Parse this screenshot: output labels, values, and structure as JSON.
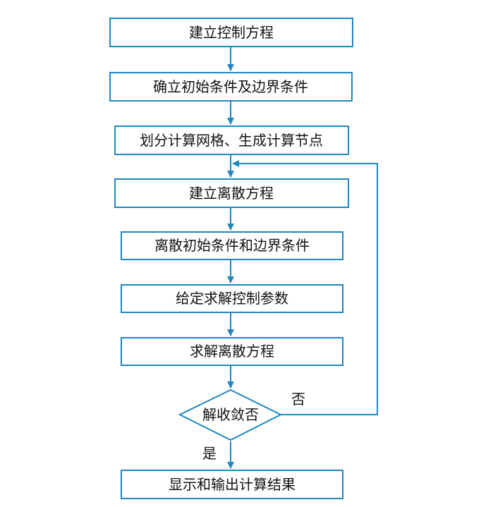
{
  "steps": [
    {
      "label": "建立控制方程"
    },
    {
      "label": "确立初始条件及边界条件"
    },
    {
      "label": "划分计算网格、生成计算节点"
    },
    {
      "label": "建立离散方程"
    },
    {
      "label": "离散初始条件和边界条件"
    },
    {
      "label": "给定求解控制参数"
    },
    {
      "label": "求解离散方程"
    }
  ],
  "decision": {
    "label": "解收敛否",
    "no_label": "否",
    "yes_label": "是"
  },
  "final": {
    "label": "显示和输出计算结果"
  },
  "colors": {
    "line": "#1f86c2",
    "text": "#111111"
  }
}
